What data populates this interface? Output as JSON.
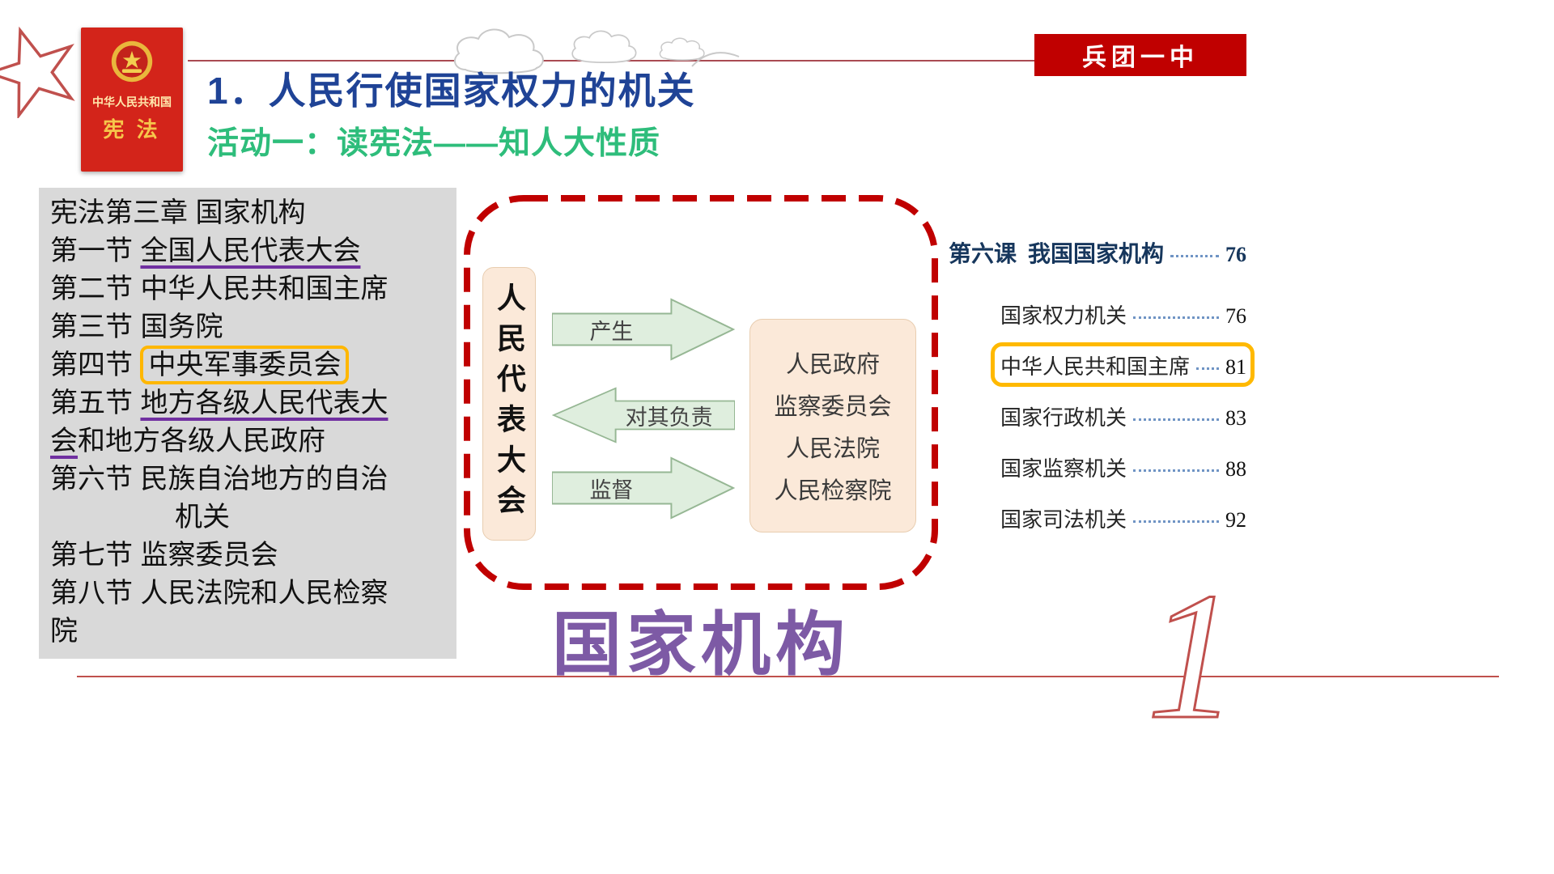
{
  "header": {
    "title": "1．人民行使国家权力的机关",
    "subtitle": "活动一：读宪法——知人大性质",
    "school_badge": "兵团一中",
    "book_cover": {
      "country": "中华人民共和国",
      "book_title": "宪 法"
    }
  },
  "left_panel": {
    "lines": [
      {
        "pre": "宪法第三章 国家机构"
      },
      {
        "pre": "第一节 ",
        "mark": "全国人民代表大会"
      },
      {
        "pre": "第二节 中华人民共和国主席"
      },
      {
        "pre": "第三节 国务院"
      },
      {
        "pre": "第四节 ",
        "mark": "中央军事委员会"
      },
      {
        "pre": "第五节 ",
        "mark": "地方各级人民代表大"
      },
      {
        "mark": "会",
        "post": "和地方各级人民政府"
      },
      {
        "pre": "第六节 民族自治地方的自治"
      },
      {
        "pre": "机关"
      },
      {
        "pre": "第七节 监察委员会"
      },
      {
        "pre": "第八节 人民法院和人民检察"
      },
      {
        "pre": "院"
      }
    ]
  },
  "diagram": {
    "npc_label": "人民代表大会",
    "arrows": [
      {
        "label": "产生",
        "direction": "right"
      },
      {
        "label": "对其负责",
        "direction": "left"
      },
      {
        "label": "监督",
        "direction": "right"
      }
    ],
    "organs": [
      "人民政府",
      "监察委员会",
      "人民法院",
      "人民检察院"
    ],
    "caption": "国家机构"
  },
  "toc": {
    "lesson_label": "第六课",
    "lesson_title": "我国国家机构",
    "lesson_page": "76",
    "entries": [
      {
        "title": "国家权力机关",
        "page": "76"
      },
      {
        "title": "中华人民共和国主席",
        "page": "81",
        "highlighted": true
      },
      {
        "title": "国家行政机关",
        "page": "83"
      },
      {
        "title": "国家监察机关",
        "page": "88"
      },
      {
        "title": "国家司法机关",
        "page": "92"
      }
    ]
  },
  "footer": {
    "page_number": "1"
  },
  "colors": {
    "accent_red": "#C00000",
    "title_blue": "#1F4396",
    "subtitle_green": "#2EBD7B",
    "highlight_orange": "#FFB900",
    "underline_purple": "#7030A0",
    "caption_purple": "#7D5AA5"
  }
}
